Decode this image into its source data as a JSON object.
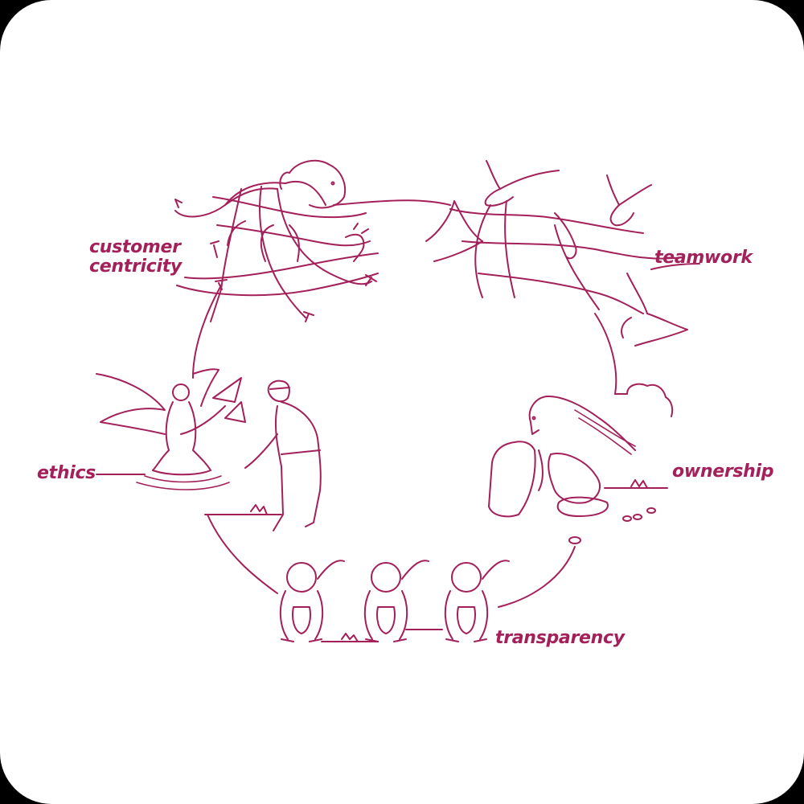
{
  "diagram": {
    "accent_color": "#a3205a",
    "background_color": "#ffffff",
    "type": "cycle",
    "values": [
      {
        "id": "customer-centricity",
        "label_line1": "customer",
        "label_line2": "centricity",
        "illustration": "lion-on-globe-net"
      },
      {
        "id": "teamwork",
        "label": "teamwork",
        "illustration": "doves-carrying-net"
      },
      {
        "id": "ownership",
        "label": "ownership",
        "illustration": "crow-and-pitcher"
      },
      {
        "id": "transparency",
        "label": "transparency",
        "illustration": "three-wise-monkeys"
      },
      {
        "id": "ethics",
        "label": "ethics",
        "illustration": "woodcutter-and-water-fairy"
      }
    ]
  }
}
